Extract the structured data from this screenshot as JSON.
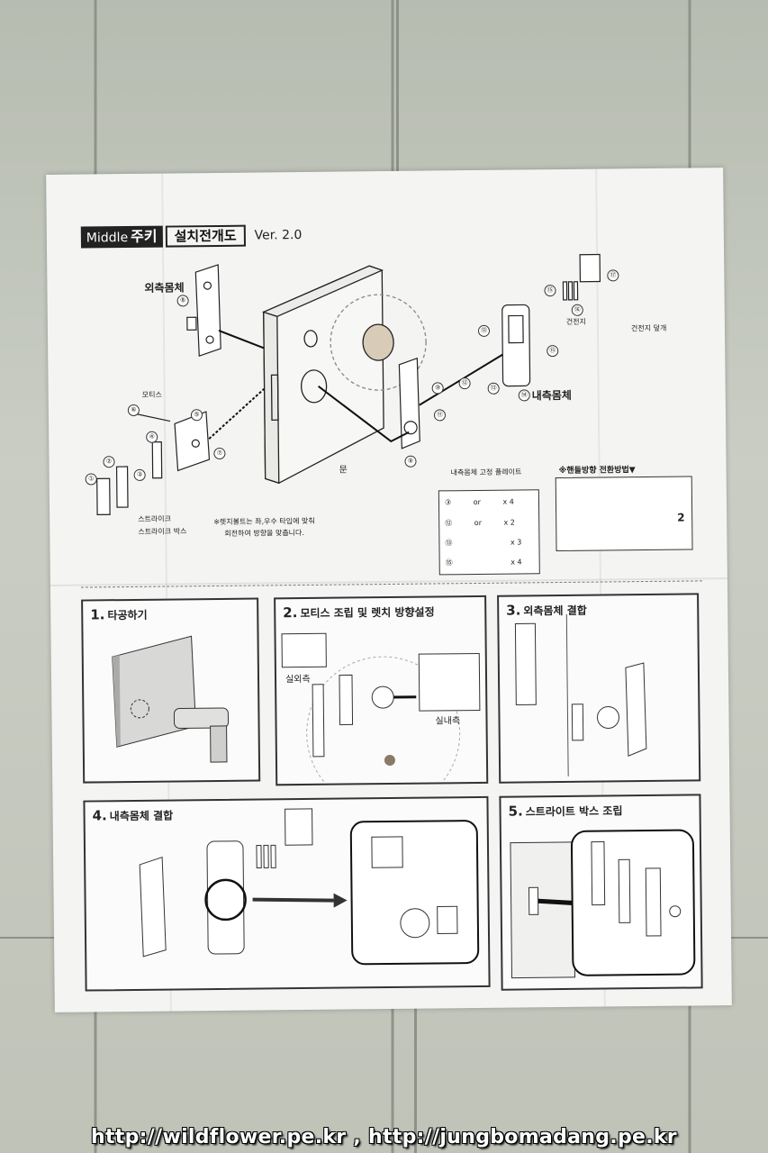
{
  "header": {
    "brand": "Middle",
    "product": "주키",
    "doc_title": "설치전개도",
    "version": "Ver. 2.0"
  },
  "parts": {
    "outer_body": "외측몸체",
    "inner_body": "내측몸체",
    "mortise": "모티스",
    "strike": "스트라이크",
    "strike_box": "스트라이크 박스",
    "door": "문",
    "battery": "건전지",
    "battery_cover": "건전지 덮개",
    "inner_plate": "내측몸체 고정 플레이트",
    "latch_note_line1": "※렛치볼트는 좌,우수 타입에 맞춰",
    "latch_note_line2": "회전하여 방향을 맞춥니다."
  },
  "numbers": {
    "n1": "①",
    "n2": "②",
    "n3": "③",
    "n4": "④",
    "n5": "⑤",
    "n6": "⑥",
    "n7": "⑦",
    "n8": "⑧",
    "n9": "⑨",
    "n10": "⑩",
    "n11": "⑪",
    "n12": "⑫",
    "n13": "⑬",
    "n14": "⑭",
    "n15": "⑮",
    "n16": "⑯",
    "n17": "⑰"
  },
  "screw_table": [
    {
      "num": "③",
      "or": "or",
      "qty": "x 4"
    },
    {
      "num": "⑫",
      "or": "or",
      "qty": "x 2"
    },
    {
      "num": "⑬",
      "or": "",
      "qty": "x 3"
    },
    {
      "num": "⑮",
      "or": "",
      "qty": "x 4"
    }
  ],
  "handle_switch": {
    "title": "※핸들방향 전환방법▼",
    "arrow_num": "2"
  },
  "steps": [
    {
      "num": "1.",
      "title": "타공하기"
    },
    {
      "num": "2.",
      "title": "모티스 조립 및 렛치 방향설정",
      "outer_side": "실외측",
      "inner_side": "실내측"
    },
    {
      "num": "3.",
      "title": "외측몸체 결합"
    },
    {
      "num": "4.",
      "title": "내측몸체 결합"
    },
    {
      "num": "5.",
      "title": "스트라이트 박스 조립"
    }
  ],
  "watermark": "http://wildflower.pe.kr , http://jungbomadang.pe.kr"
}
